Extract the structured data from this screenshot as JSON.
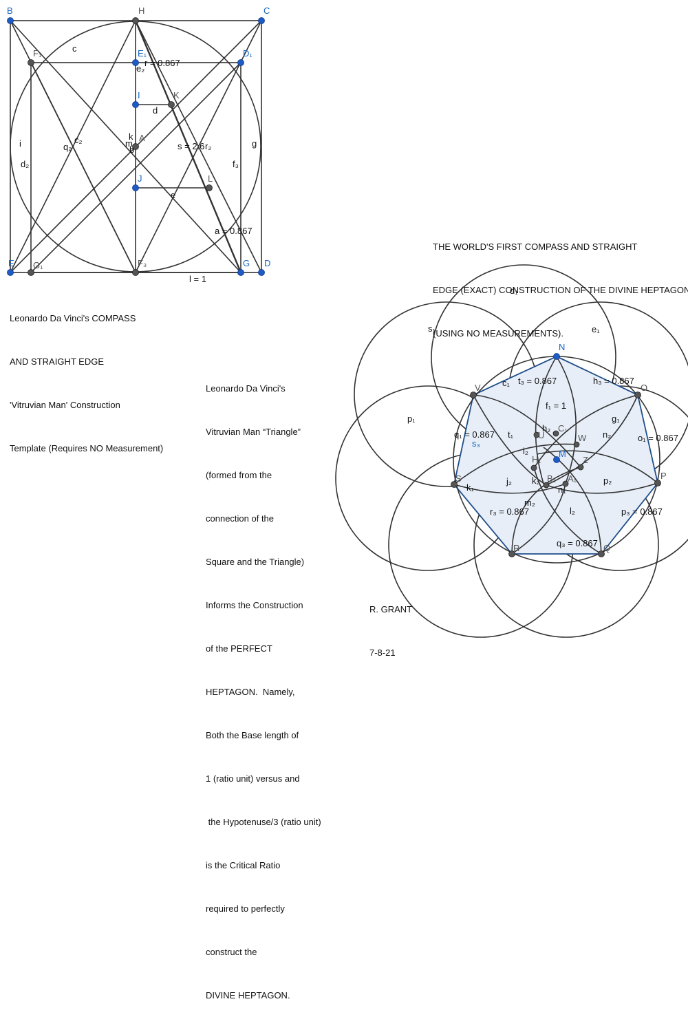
{
  "left_figure": {
    "points_blue": [
      {
        "id": "B",
        "label": "B"
      },
      {
        "id": "C",
        "label": "C"
      },
      {
        "id": "E",
        "label": "E"
      },
      {
        "id": "D",
        "label": "D"
      },
      {
        "id": "E1",
        "label": "E₁"
      },
      {
        "id": "D1",
        "label": "D₁"
      },
      {
        "id": "I",
        "label": "I"
      },
      {
        "id": "J",
        "label": "J"
      },
      {
        "id": "G",
        "label": "G"
      }
    ],
    "points_gray": [
      {
        "id": "H",
        "label": "H"
      },
      {
        "id": "F1",
        "label": "F₁"
      },
      {
        "id": "A",
        "label": "A"
      },
      {
        "id": "K",
        "label": "K"
      },
      {
        "id": "L",
        "label": "L"
      },
      {
        "id": "G1",
        "label": "G₁"
      },
      {
        "id": "F",
        "label": "F₃"
      }
    ],
    "segment_labels": [
      {
        "id": "c",
        "text": "c"
      },
      {
        "id": "e2",
        "text": "e₂"
      },
      {
        "id": "r",
        "text": "r = 0.867"
      },
      {
        "id": "d",
        "text": "d"
      },
      {
        "id": "k",
        "text": "k"
      },
      {
        "id": "m",
        "text": "m"
      },
      {
        "id": "b",
        "text": "b"
      },
      {
        "id": "i",
        "text": "i"
      },
      {
        "id": "q2",
        "text": "q₂"
      },
      {
        "id": "c2",
        "text": "c₂"
      },
      {
        "id": "d2",
        "text": "d₂"
      },
      {
        "id": "s",
        "text": "s = 2.6"
      },
      {
        "id": "r2",
        "text": "r₂"
      },
      {
        "id": "f3",
        "text": "f₃"
      },
      {
        "id": "g",
        "text": "g"
      },
      {
        "id": "e",
        "text": "e"
      },
      {
        "id": "a",
        "text": "a = 0.867"
      },
      {
        "id": "l",
        "text": "l = 1"
      }
    ],
    "caption": [
      "Leonardo Da Vinci's COMPASS",
      "AND STRAIGHT EDGE",
      "'Vitruvian Man' Construction",
      "Template (Requires NO Measurement)"
    ]
  },
  "middle_text": [
    "Leonardo Da Vinci's",
    "Vitruvian Man “Triangle”",
    "(formed from the",
    "connection of the",
    "Square and the Triangle)",
    "Informs the Construction",
    "of the PERFECT",
    "HEPTAGON.  Namely,",
    "Both the Base length of",
    "1 (ratio unit) versus and",
    " the Hypotenuse/3 (ratio unit)",
    "is the Critical Ratio",
    "required to perfectly",
    "construct the",
    "DIVINE HEPTAGON."
  ],
  "right_figure": {
    "title": [
      "THE WORLD'S FIRST COMPASS AND STRAIGHT",
      "EDGE (EXACT) CONSTRUCTION OF THE DIVINE HEPTAGON",
      "(USING NO MEASUREMENTS)."
    ],
    "vertex_labels": [
      {
        "id": "N",
        "text": "N"
      },
      {
        "id": "O",
        "text": "O"
      },
      {
        "id": "P",
        "text": "P"
      },
      {
        "id": "Q",
        "text": "Q"
      },
      {
        "id": "R",
        "text": "R"
      },
      {
        "id": "S",
        "text": "S"
      },
      {
        "id": "V",
        "text": "V"
      }
    ],
    "inner_labels": [
      {
        "id": "U",
        "text": "U"
      },
      {
        "id": "C1",
        "text": "C₁"
      },
      {
        "id": "W",
        "text": "W"
      },
      {
        "id": "M",
        "text": "M"
      },
      {
        "id": "H1",
        "text": "H₁"
      },
      {
        "id": "Z",
        "text": "Z"
      },
      {
        "id": "B1",
        "text": "B₁"
      },
      {
        "id": "A1",
        "text": "A₁"
      }
    ],
    "circle_labels": [
      {
        "id": "d1",
        "text": "d₁"
      },
      {
        "id": "e1",
        "text": "e₁"
      },
      {
        "id": "s1",
        "text": "s₁"
      },
      {
        "id": "p1",
        "text": "p₁"
      }
    ],
    "measure_labels": [
      {
        "id": "c1",
        "text": "c₁"
      },
      {
        "id": "t3",
        "text": "t₃ = 0.867"
      },
      {
        "id": "h3",
        "text": "h₃ = 0.867"
      },
      {
        "id": "f1",
        "text": "f₁ = 1"
      },
      {
        "id": "q1",
        "text": "q₁ = 0.867"
      },
      {
        "id": "s3",
        "text": "s₃"
      },
      {
        "id": "t1",
        "text": "t₁"
      },
      {
        "id": "h2",
        "text": "h₂"
      },
      {
        "id": "g1",
        "text": "g₁"
      },
      {
        "id": "n2",
        "text": "n₂"
      },
      {
        "id": "o1",
        "text": "o₁ = 0.867"
      },
      {
        "id": "i2",
        "text": "i₂"
      },
      {
        "id": "j2",
        "text": "j₂"
      },
      {
        "id": "k1",
        "text": "k₁"
      },
      {
        "id": "k2",
        "text": "k₂"
      },
      {
        "id": "p2",
        "text": "p₂"
      },
      {
        "id": "m2",
        "text": "m₂"
      },
      {
        "id": "l2",
        "text": "l₂"
      },
      {
        "id": "n1",
        "text": "n₁"
      },
      {
        "id": "r3",
        "text": "r₃ = 0.867"
      },
      {
        "id": "p3",
        "text": "p₃ = 0.867"
      },
      {
        "id": "q3",
        "text": "q₃ = 0.867"
      }
    ],
    "author": [
      "R. GRANT",
      "7-8-21"
    ]
  }
}
